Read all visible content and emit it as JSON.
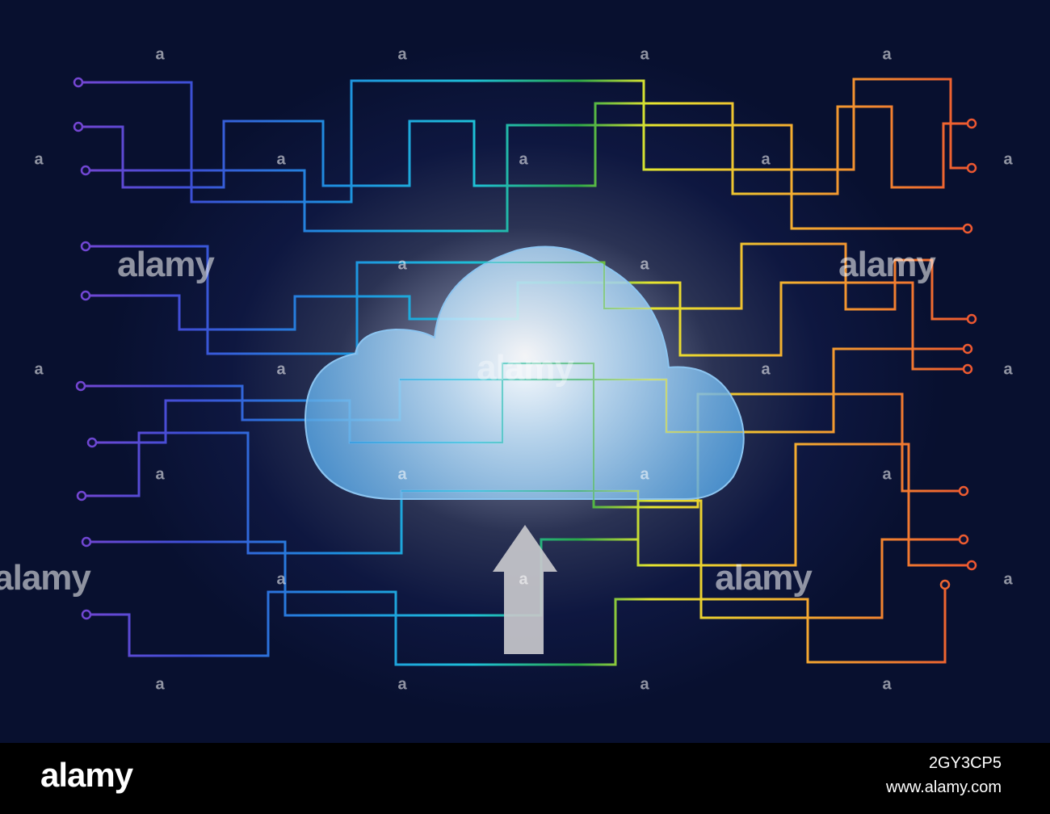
{
  "watermark": {
    "small_mark": "a",
    "brand_word": "alamy"
  },
  "footer": {
    "logo": "alamy",
    "image_id": "2GY3CP5",
    "url": "www.alamy.com"
  },
  "icons": {
    "cloud": "cloud-icon",
    "arrow": "upload-arrow-icon"
  },
  "colors": {
    "background": "#0b1235",
    "cloud": "#5aa8e6",
    "arrow": "#c8c8cc"
  }
}
